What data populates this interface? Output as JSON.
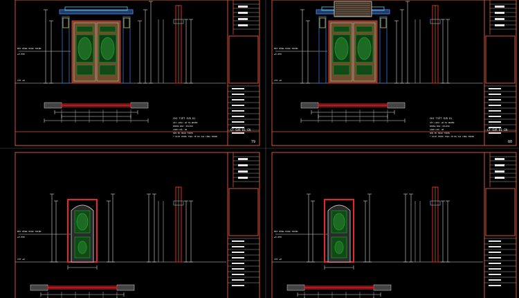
{
  "sheets": [
    {
      "id": "top-left",
      "notes_title": "CHI TIẾT CỬA D1",
      "notes": [
        "VẬT LIỆU: GỖ TỰ NHIÊN",
        "KHUNG BAO: 60x250",
        "CÁNH CỬA: 40",
        "SƠN PU HOÀN THIỆN",
        "* KÍCH THƯỚC THỰC TẾ ĐO TẠI CÔNG TRÌNH"
      ],
      "level_label": "MẶT BẰNG HOÀN THIỆN",
      "level_value": "±0.000",
      "floor_label": "CỐT ±0",
      "title_block_name": "CT CỬA D1 CN",
      "sheet_no": "79"
    },
    {
      "id": "top-right",
      "notes_title": "CHI TIẾT CỬA D1",
      "notes": [
        "VẬT LIỆU: GỖ TỰ NHIÊN",
        "KHUNG BAO: 60x250",
        "CÁNH CỬA: 40",
        "SƠN PU HOÀN THIỆN",
        "* KÍCH THƯỚC THỰC TẾ ĐO TẠI CÔNG TRÌNH"
      ],
      "level_label": "MẶT BẰNG HOÀN THIỆN",
      "level_value": "±0.000",
      "floor_label": "CỐT ±0",
      "title_block_name": "CT CỬA D1 CN",
      "sheet_no": "80"
    },
    {
      "id": "bottom-left",
      "level_label": "MẶT BẰNG HOÀN THIỆN",
      "level_value": "±0.000",
      "floor_label": "CỐT ±0"
    },
    {
      "id": "bottom-right",
      "level_label": "MẶT BẰNG HOÀN THIỆN",
      "level_value": "±0.000",
      "floor_label": "CỐT ±0"
    }
  ],
  "colors": {
    "background": "#000000",
    "sheet_border": "#d9553a",
    "frame_red": "#e8262c",
    "door_fill": "#6e4b2a",
    "panel_green": "#1f8f2a",
    "blue": "#3a7bd5",
    "cyan": "#5fd3e6",
    "yellow": "#e2c23a",
    "dimension_white": "#dcdcdc"
  }
}
